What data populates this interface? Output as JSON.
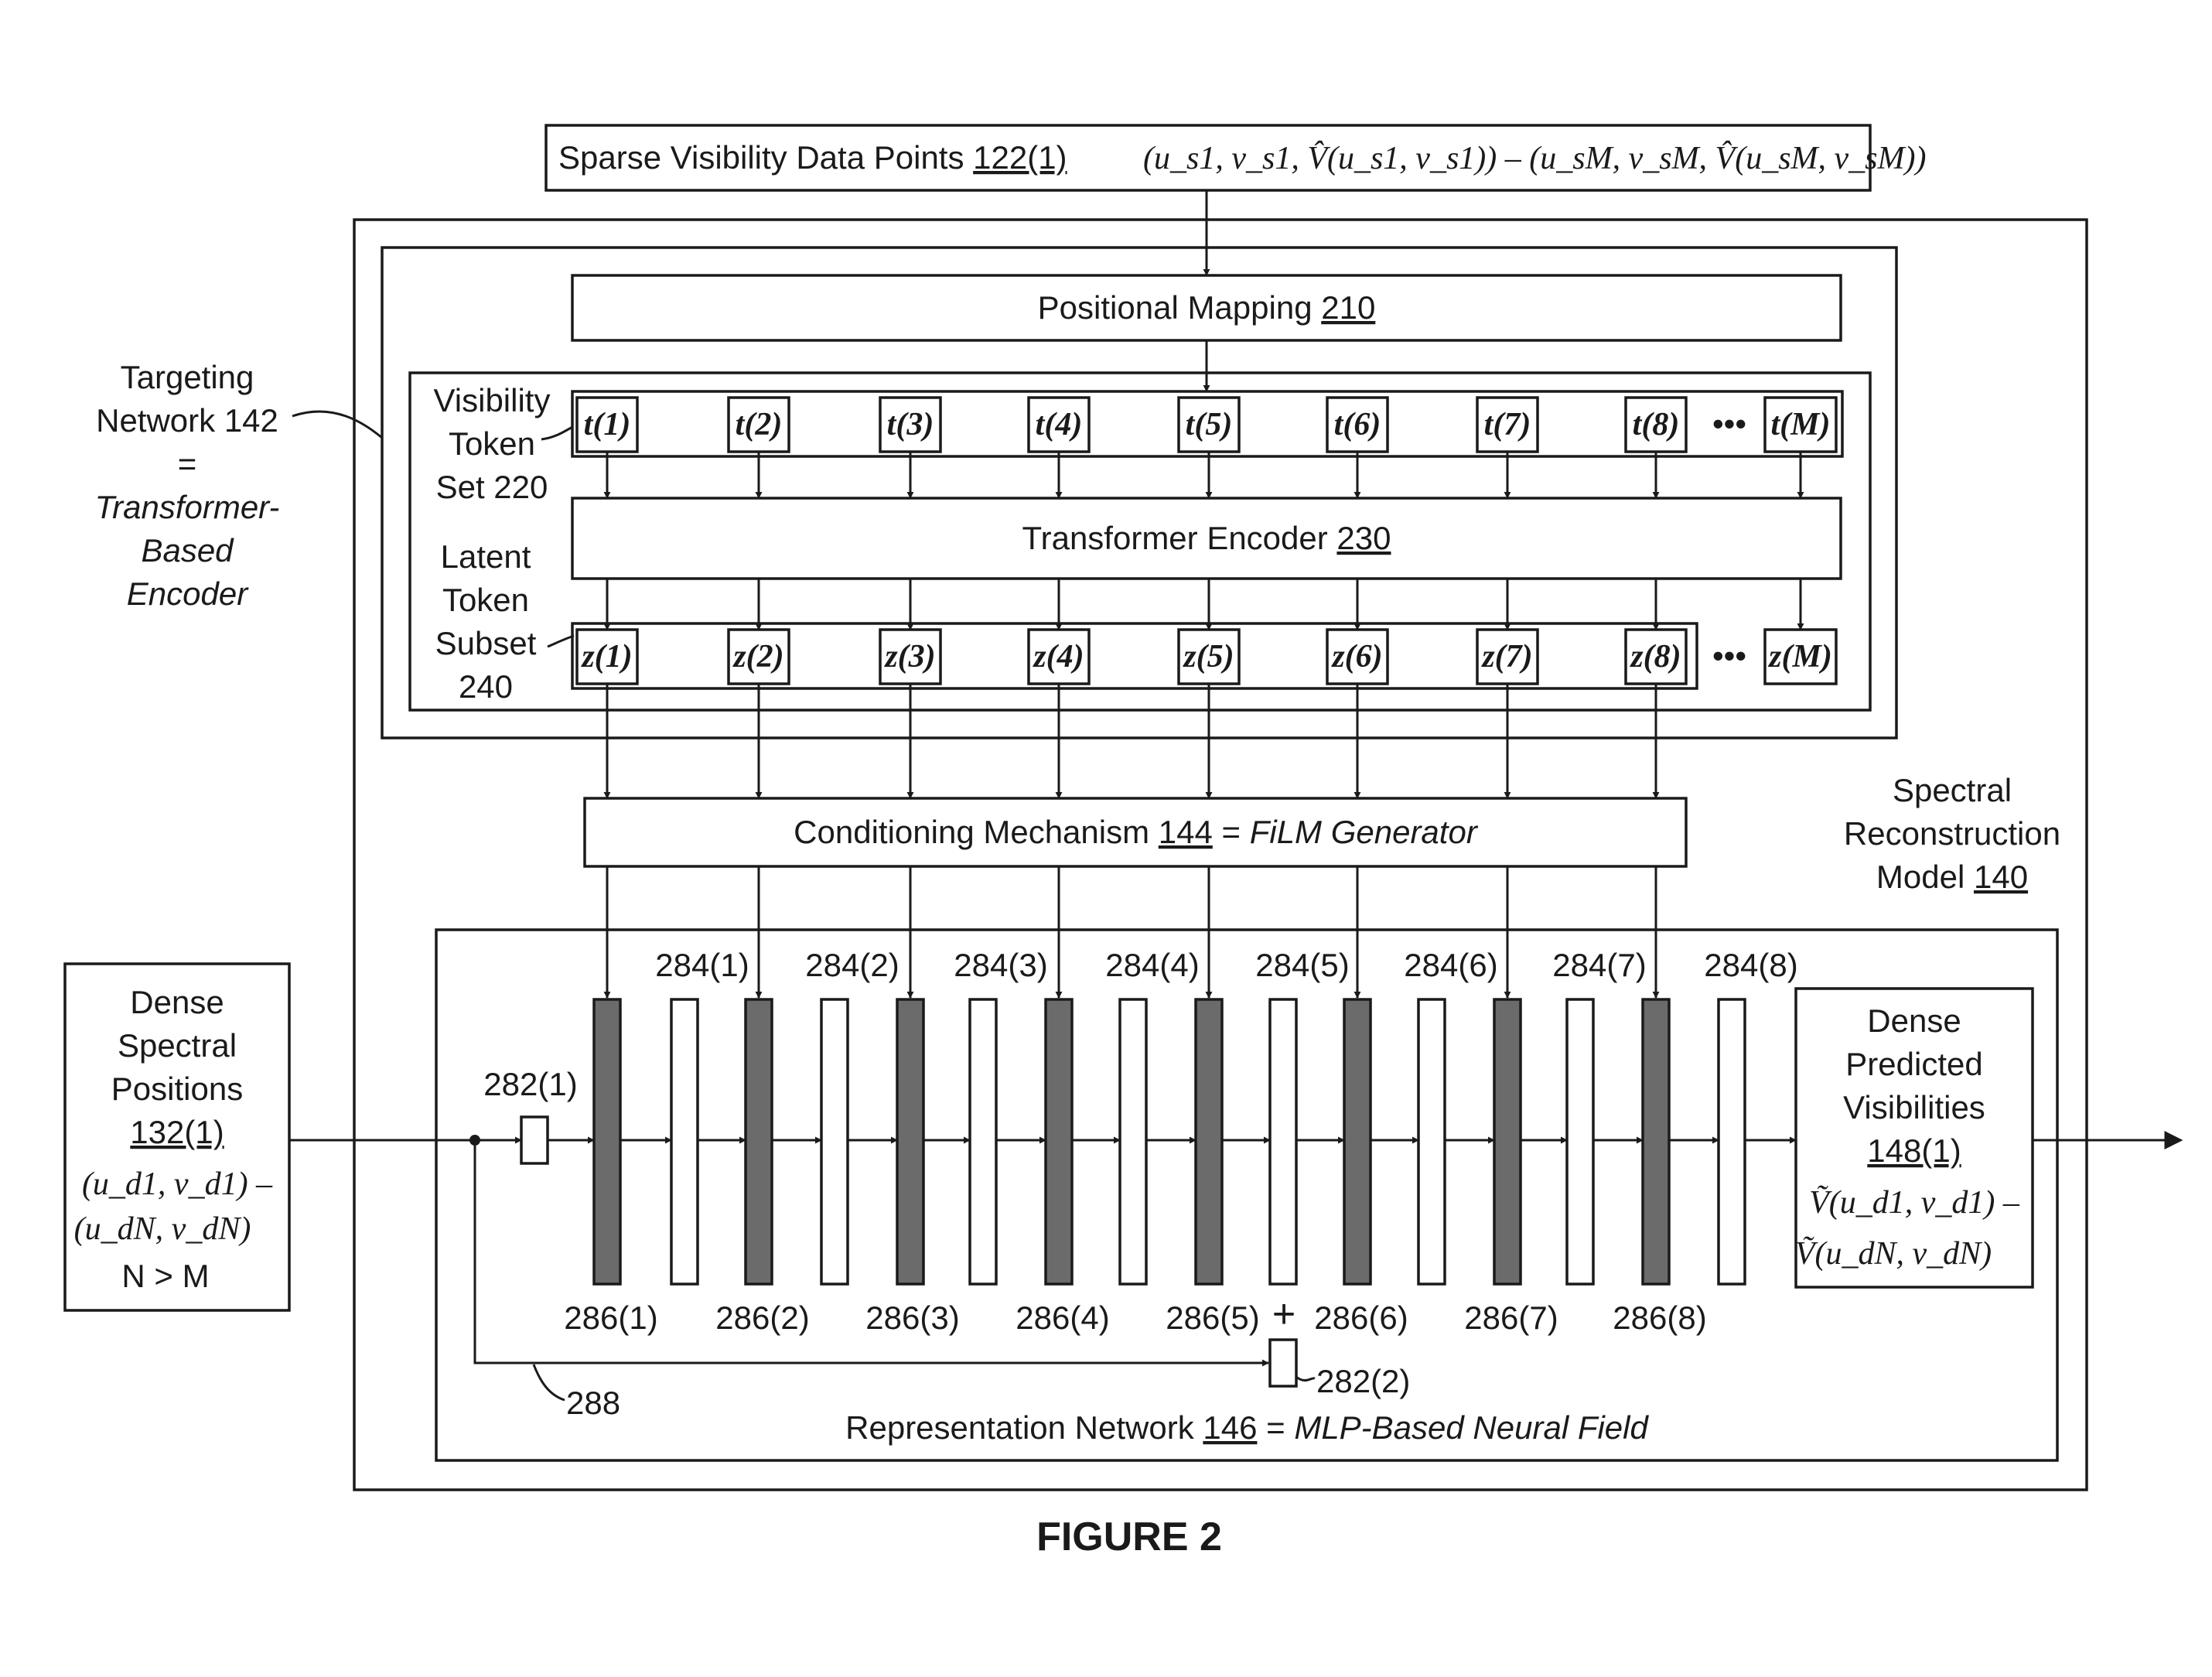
{
  "figure_title": "FIGURE 2",
  "sparse": {
    "text": "Sparse Visibility Data Points ",
    "ref": "122(1)",
    "formula": "(u_s1, v_s1, V̂(u_s1, v_s1)) – (u_sM, v_sM, V̂(u_sM, v_sM))"
  },
  "positional": {
    "text": "Positional Mapping ",
    "ref": "210"
  },
  "transformer": {
    "text": "Transformer Encoder ",
    "ref": "230"
  },
  "conditioning": {
    "text": "Conditioning Mechanism ",
    "ref": "144",
    "eq": " = ",
    "name": "FiLM Generator"
  },
  "representation": {
    "text": "Representation Network ",
    "ref": "146",
    "eq": " = ",
    "name": "MLP-Based Neural Field"
  },
  "targeting": {
    "line1": "Targeting",
    "line2": "Network 142",
    "line3": "=",
    "line4": "Transformer-",
    "line5": "Based",
    "line6": "Encoder"
  },
  "visibility_token_set": {
    "line1": "Visibility",
    "line2": "Token",
    "line3": "Set 220"
  },
  "latent_token_subset": {
    "line1": "Latent",
    "line2": "Token",
    "line3": "Subset",
    "line4": "240"
  },
  "spectral_model": {
    "line1": "Spectral",
    "line2": "Reconstruction",
    "line3": "Model ",
    "ref": "140"
  },
  "dense_positions": {
    "line1": "Dense",
    "line2": "Spectral",
    "line3": "Positions",
    "ref": "132(1)",
    "math1": "(u_d1, v_d1) –",
    "math2": "(u_dN, v_dN)",
    "line4": "N > M"
  },
  "dense_predicted": {
    "line1": "Dense",
    "line2": "Predicted",
    "line3": "Visibilities",
    "ref": "148(1)",
    "math1": "Ṽ(u_d1, v_d1) –",
    "math2": "Ṽ(u_dN, v_dN)"
  },
  "t_tokens": [
    "t(1)",
    "t(2)",
    "t(3)",
    "t(4)",
    "t(5)",
    "t(6)",
    "t(7)",
    "t(8)",
    "t(M)"
  ],
  "z_tokens": [
    "z(1)",
    "z(2)",
    "z(3)",
    "z(4)",
    "z(5)",
    "z(6)",
    "z(7)",
    "z(8)",
    "z(M)"
  ],
  "ellipsis": "•••",
  "layers_284": [
    "284(1)",
    "284(2)",
    "284(3)",
    "284(4)",
    "284(5)",
    "284(6)",
    "284(7)",
    "284(8)"
  ],
  "layers_286": [
    "286(1)",
    "286(2)",
    "286(3)",
    "286(4)",
    "286(5)",
    "286(6)",
    "286(7)",
    "286(8)"
  ],
  "label_282_1": "282(1)",
  "label_282_2": "282(2)",
  "label_288": "288",
  "plus_sign": "+"
}
